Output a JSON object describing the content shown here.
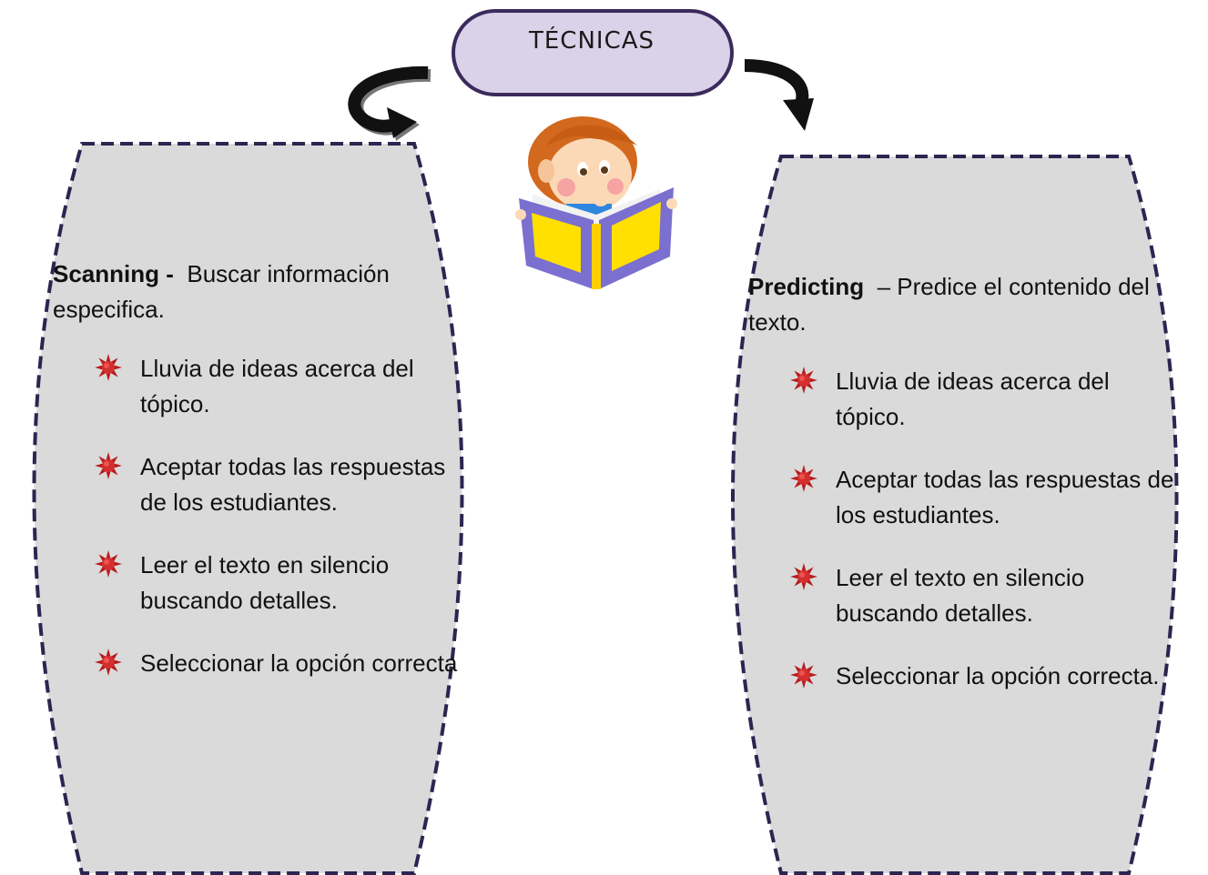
{
  "title": "TÉCNICAS",
  "colors": {
    "title_fill": "#d9d2e9",
    "title_stroke": "#3b2a5c",
    "panel_fill": "#dadada",
    "panel_stroke": "#2e2450",
    "bullet": "#b71c1c",
    "book_cover": "#ffe000",
    "book_frame": "#7b6fd0"
  },
  "icons": [
    "curved-arrow-icon",
    "curved-arrow-icon",
    "boy-reading-book-illustration",
    "starburst-bullet-icon"
  ],
  "left": {
    "term": "Scanning -",
    "description": "Buscar información especifica.",
    "items": [
      "Lluvia de ideas acerca del tópico.",
      "Aceptar todas las respuestas de los estudiantes.",
      "Leer el texto en silencio buscando detalles.",
      "Seleccionar la opción correcta"
    ]
  },
  "right": {
    "term": "Predicting",
    "description": "– Predice el contenido del texto.",
    "items": [
      "Lluvia de ideas acerca del tópico.",
      "Aceptar todas las respuestas de los estudiantes.",
      "Leer el texto en silencio buscando detalles.",
      "Seleccionar la opción correcta."
    ]
  }
}
